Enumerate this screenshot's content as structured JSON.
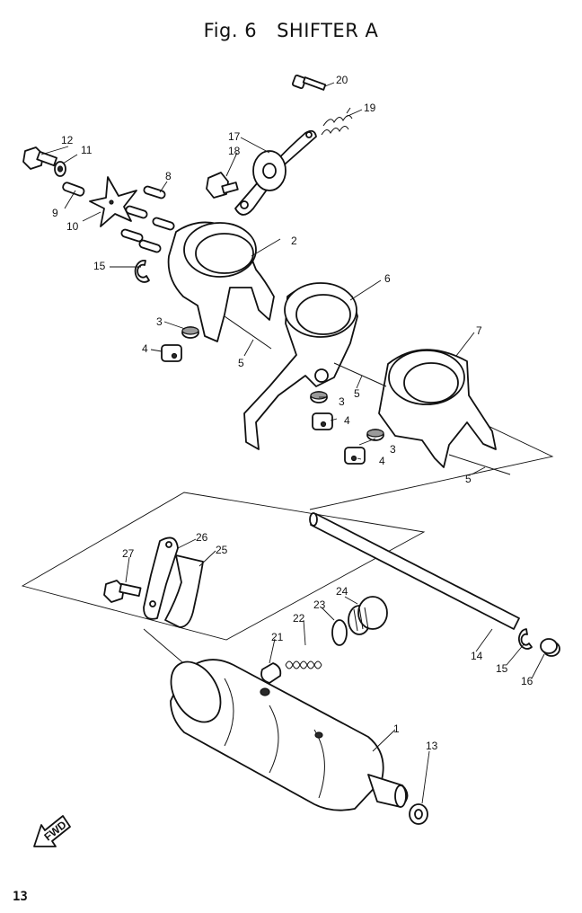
{
  "title": {
    "fig": "Fig. 6",
    "name": "SHIFTER A"
  },
  "page_number": "13",
  "fwd_label": "FWD",
  "callouts": [
    "1",
    "2",
    "3",
    "3",
    "3",
    "4",
    "4",
    "4",
    "5",
    "5",
    "5",
    "6",
    "7",
    "8",
    "9",
    "10",
    "11",
    "12",
    "13",
    "14",
    "15",
    "15",
    "16",
    "17",
    "18",
    "19",
    "20",
    "21",
    "22",
    "23",
    "24",
    "25",
    "26",
    "27"
  ]
}
